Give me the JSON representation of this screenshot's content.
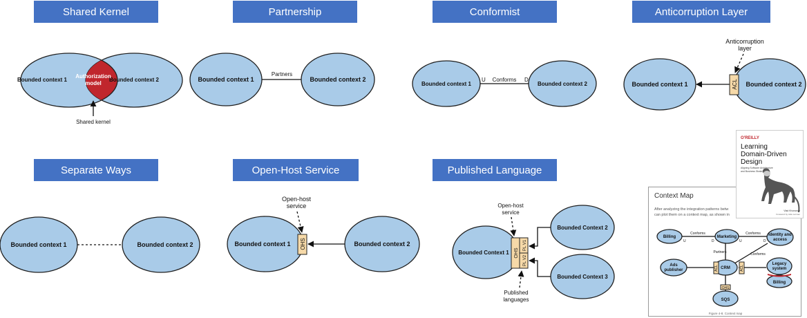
{
  "headers": {
    "shared_kernel": "Shared Kernel",
    "partnership": "Partnership",
    "conformist": "Conformist",
    "acl": "Anticorruption  Layer",
    "separate_ways": "Separate Ways",
    "ohs": "Open-Host Service",
    "published_language": "Published Language"
  },
  "shared_kernel": {
    "bc1": "Bounded context 1",
    "bc2": "Bounded context 2",
    "center_line1": "Authorization",
    "center_line2": "model",
    "pointer": "Shared kernel"
  },
  "partnership": {
    "bc1": "Bounded context 1",
    "bc2": "Bounded context 2",
    "relation": "Partners"
  },
  "conformist": {
    "bc1": "Bounded context 1",
    "bc2": "Bounded context 2",
    "relation": "Conforms",
    "upstream": "U",
    "downstream": "D"
  },
  "acl": {
    "bc1": "Bounded context 1",
    "bc2": "Bounded context 2",
    "pointer_line1": "Anticorruption",
    "pointer_line2": "layer",
    "box": "ACL"
  },
  "separate_ways": {
    "bc1": "Bounded context 1",
    "bc2": "Bounded context 2"
  },
  "ohs": {
    "bc1": "Bounded context 1",
    "bc2": "Bounded context 2",
    "pointer_line1": "Open-host",
    "pointer_line2": "service",
    "box": "OHS"
  },
  "published_language": {
    "bc1": "Bounded Context 1",
    "bc2": "Bounded Context 2",
    "bc3": "Bounded Context 3",
    "pointer_line1": "Open-host",
    "pointer_line2": "service",
    "box_ohs": "OHS",
    "box_pl1": "PL V2",
    "box_pl2": "PL V1",
    "bottom_line1": "Published",
    "bottom_line2": "languages"
  },
  "book": {
    "publisher": "O'REILLY",
    "title_line1": "Learning",
    "title_line2": "Domain-Driven",
    "title_line3": "Design",
    "subtitle_line1": "Aligning Software Architecture",
    "subtitle_line2": "and Business Strategy",
    "author": "Vlad Khononov",
    "foreword": "Foreword by Julie Lerman"
  },
  "context_map": {
    "title": "Context Map",
    "text_line1": "After analyzing the integration patterns betw",
    "text_line2": "can plot them on a context map, as shown in",
    "nodes": {
      "billing": "Billing",
      "marketing": "Marketing",
      "identity_line1": "Identity and",
      "identity_line2": "access",
      "ads_line1": "Ads",
      "ads_line2": "publisher",
      "crm": "CRM",
      "legacy_line1": "Legacy",
      "legacy_line2": "system",
      "billing2": "Billing",
      "sqs": "SQS"
    },
    "edges": {
      "conforms1": "Conforms",
      "conforms2": "Conforms",
      "conforms3": "Conforms",
      "partners": "Partners",
      "u1": "U",
      "d1": "D",
      "u2": "U",
      "d2": "D",
      "acl1": "ACL",
      "acl2": "ACL",
      "ohs": "OHS"
    },
    "caption": "Figure 4-8. Context map"
  }
}
